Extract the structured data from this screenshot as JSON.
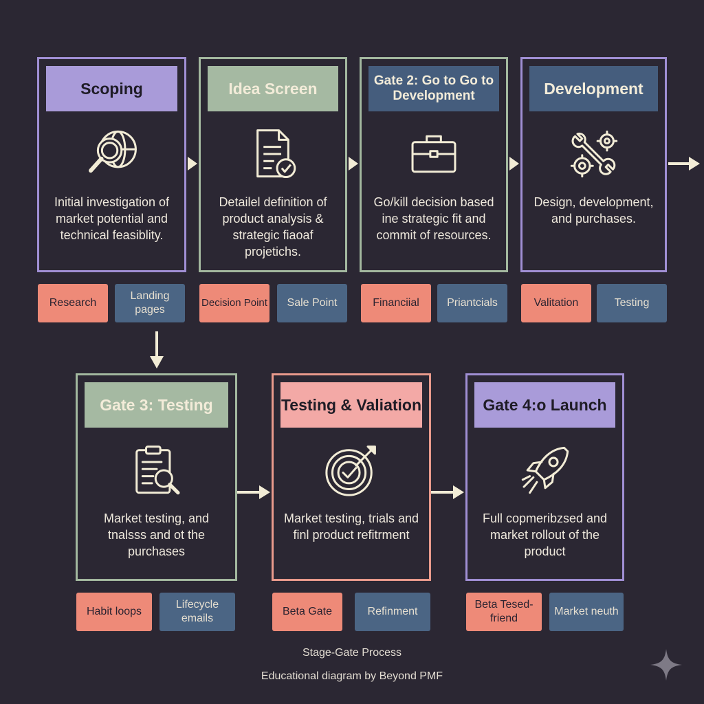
{
  "stages": [
    {
      "title": "Scoping",
      "description": "Initial investigation of market potential and technical feasiblity.",
      "icon": "magnifier-globe-icon",
      "tags": [
        "Research",
        "Landing pages"
      ]
    },
    {
      "title": "Idea Screen",
      "description": "Detailel definition of product analysis & strategic fiaoaf projetichs.",
      "icon": "document-check-icon",
      "tags": [
        "Decision Point",
        "Sale Point"
      ]
    },
    {
      "title": "Gate 2: Go to Go to Development",
      "description": "Go/kill decision based ine strategic fit and commit of resources.",
      "icon": "briefcase-icon",
      "tags": [
        "Financiial",
        "Priantcials"
      ]
    },
    {
      "title": "Development",
      "description": "Design, development, and purchases.",
      "icon": "wrench-gears-icon",
      "tags": [
        "Valitation",
        "Testing"
      ]
    },
    {
      "title": "Gate 3: Testing",
      "description": "Market testing, and tnalsss and ot the purchases",
      "icon": "clipboard-magnifier-icon",
      "tags": [
        "Habit loops",
        "Lifecycle emails"
      ]
    },
    {
      "title": "Testing & Valiation",
      "description": "Market testing, trials and finl product refitrment",
      "icon": "target-check-icon",
      "tags": [
        "Beta Gate",
        "Refinment"
      ]
    },
    {
      "title": "Gate 4:o Launch",
      "description": "Full copmeribzsed and market rollout of the product",
      "icon": "rocket-icon",
      "tags": [
        "Beta Tesed-friend",
        "Market neuth"
      ]
    }
  ],
  "footer": {
    "title": "Stage-Gate Process",
    "credit": "Educational diagram by Beyond PMF"
  },
  "colors": {
    "background": "#2b2733",
    "purple": "#a99bd9",
    "green": "#a5b9a2",
    "blue": "#455d7d",
    "salmon": "#ee8a78",
    "pink": "#f3a9a6",
    "arrow": "#f2ecd6"
  }
}
